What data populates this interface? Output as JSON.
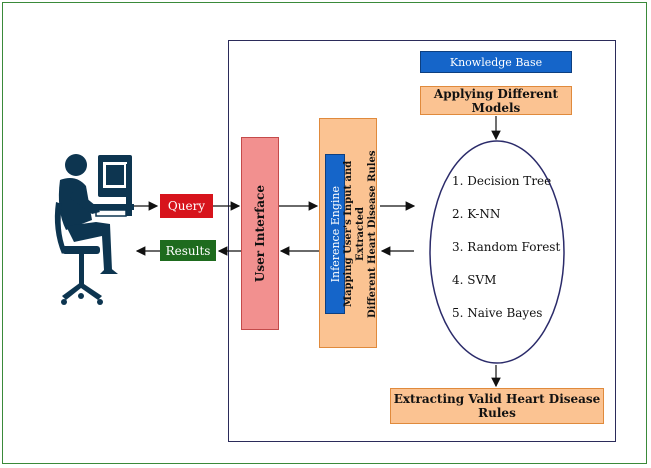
{
  "labels": {
    "query": "Query",
    "results": "Results",
    "user_interface": "User Interface",
    "inference_engine": "Inference Engine",
    "mapping": "Mapping User's Input and Extracted\nDifferent Heart Disease Rules",
    "knowledge_base": "Knowledge Base",
    "applying_models": "Applying Different Models",
    "extracting_rules": "Extracting Valid Heart Disease Rules"
  },
  "models": [
    "1. Decision Tree",
    "2. K-NN",
    "3. Random Forest",
    "4. SVM",
    "5. Naive Bayes"
  ],
  "colors": {
    "query": "#d7141c",
    "results": "#1e6b1e",
    "user_interface": "#f2908f",
    "orange_box": "#fbc392",
    "blue_box": "#1565c9",
    "user_figure": "#0d3550"
  },
  "icons": {
    "user": "user-at-computer-icon"
  }
}
